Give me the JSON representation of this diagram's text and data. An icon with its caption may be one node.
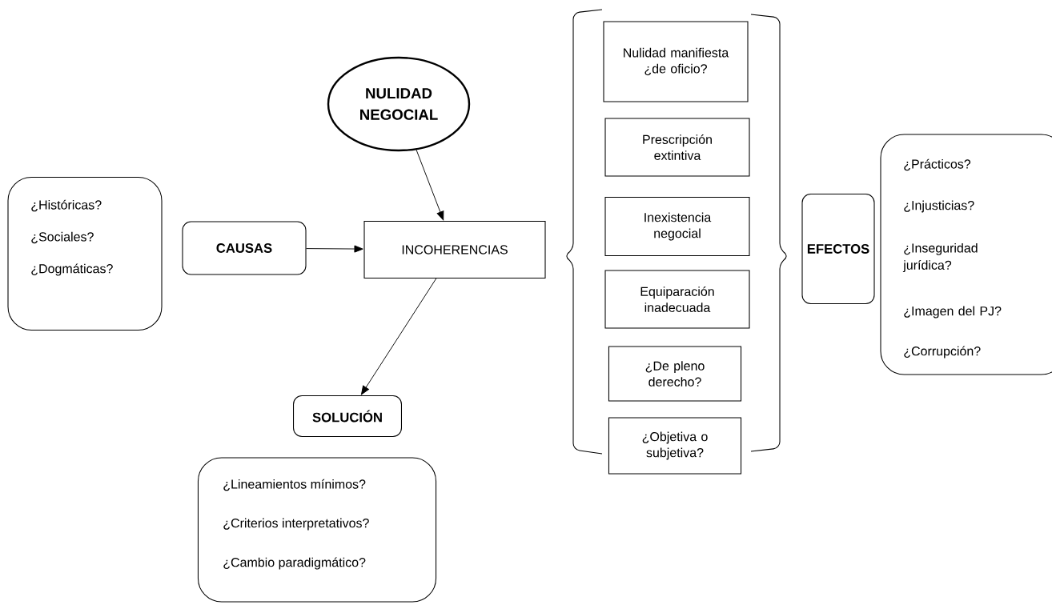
{
  "diagram": {
    "nodes": [
      {
        "text": [
          "NULIDAD NEGOCIAL"
        ]
      },
      {
        "text": [
          "¿Históricas?",
          "¿Sociales?",
          "¿Dogmáticas?"
        ]
      },
      {
        "text": [
          "CAUSAS"
        ]
      },
      {
        "text": [
          "INCOHERENCIAS"
        ]
      },
      {
        "text": [
          "SOLUCIÓN"
        ]
      },
      {
        "text": [
          "¿Lineamientos mínimos?",
          "¿Criterios interpretativos?",
          "¿Cambio paradigmático?"
        ]
      },
      {
        "text": [
          "Nulidad manifiesta ¿de oficio?"
        ]
      },
      {
        "text": [
          "Prescripción extintiva"
        ]
      },
      {
        "text": [
          "Inexistencia negocial"
        ]
      },
      {
        "text": [
          "Equiparación inadecuada"
        ]
      },
      {
        "text": [
          "¿De pleno derecho?"
        ]
      },
      {
        "text": [
          "¿Objetiva o subjetiva?"
        ]
      },
      {
        "text": [
          "EFECTOS"
        ]
      },
      {
        "text": [
          "¿Prácticos?",
          "¿Injusticias?",
          "¿Inseguridad jurídica?",
          "¿Imagen del PJ?",
          "¿Corrupción?"
        ]
      }
    ],
    "edges": [
      {
        "from": 0,
        "to": 3,
        "arrow": "to"
      },
      {
        "from": 2,
        "to": 3,
        "arrow": "to"
      },
      {
        "from": 3,
        "to": 4,
        "arrow": "to"
      }
    ]
  }
}
